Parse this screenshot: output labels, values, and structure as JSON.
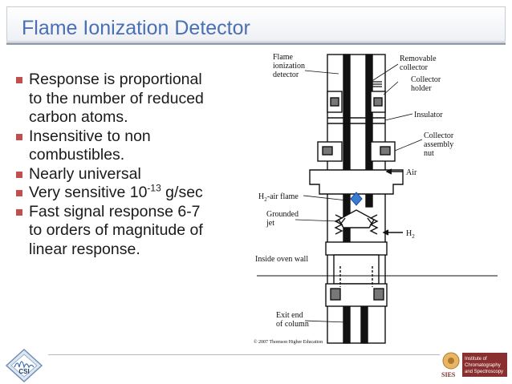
{
  "title": "Flame Ionization Detector",
  "bullets": [
    {
      "lines": [
        "Response is proportional",
        "to the number of reduced",
        "carbon atoms."
      ]
    },
    {
      "lines": [
        "Insensitive to non",
        "combustibles."
      ]
    },
    {
      "lines": [
        "Nearly universal"
      ]
    },
    {
      "pre": "Very sensitive 10",
      "sup": "-13",
      "post": " g/sec"
    },
    {
      "lines": [
        "Fast signal response 6-7",
        "to orders of magnitude of",
        "linear response."
      ]
    }
  ],
  "diagram_labels": {
    "fid": [
      "Flame",
      "ionization",
      "detector"
    ],
    "removable": [
      "Removable",
      "collector"
    ],
    "holder": [
      "Collector",
      "holder"
    ],
    "insulator": "Insulator",
    "assembly": [
      "Collector",
      "assembly",
      "nut"
    ],
    "air": "Air",
    "h2_flame_pre": "H",
    "h2_flame_sub": "2",
    "h2_flame_post": "-air flame",
    "grounded": [
      "Grounded",
      "jet"
    ],
    "h2_pre": "H",
    "h2_sub": "2",
    "oven": "Inside oven wall",
    "exit": [
      "Exit end",
      "of column"
    ],
    "copyright": "© 2007 Thomson Higher Education"
  },
  "logos": {
    "csi": "CSI",
    "sies": "SIES",
    "sies_sub": [
      "Institute of",
      "Chromatography",
      "and Spectroscopy"
    ]
  },
  "colors": {
    "title": "#4a6fb5",
    "bullet": "#c0504d",
    "flame": "#3a7bd5"
  }
}
